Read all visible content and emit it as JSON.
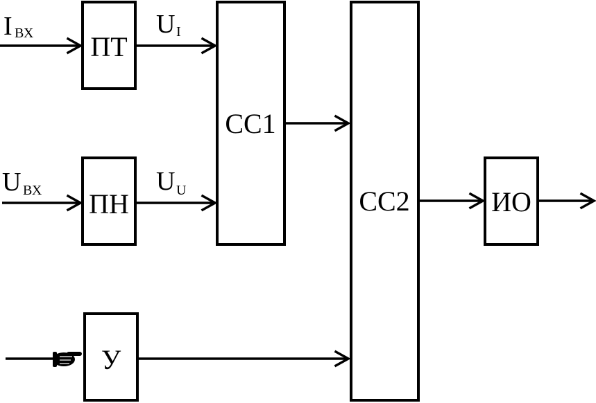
{
  "blocks": {
    "pt": "ПТ",
    "pn": "ПН",
    "u": "У",
    "cc1": "СС1",
    "cc2": "СС2",
    "io": "ИО"
  },
  "signals": {
    "i_in": {
      "main": "I",
      "sub": "ВХ"
    },
    "u_in": {
      "main": "U",
      "sub": "ВХ"
    },
    "u_i": {
      "main": "U",
      "sub": "I"
    },
    "u_u": {
      "main": "U",
      "sub": "U"
    }
  },
  "icons": {
    "pointer": "pointing-hand-icon"
  },
  "colors": {
    "stroke": "#000000",
    "background": "#ffffff"
  }
}
